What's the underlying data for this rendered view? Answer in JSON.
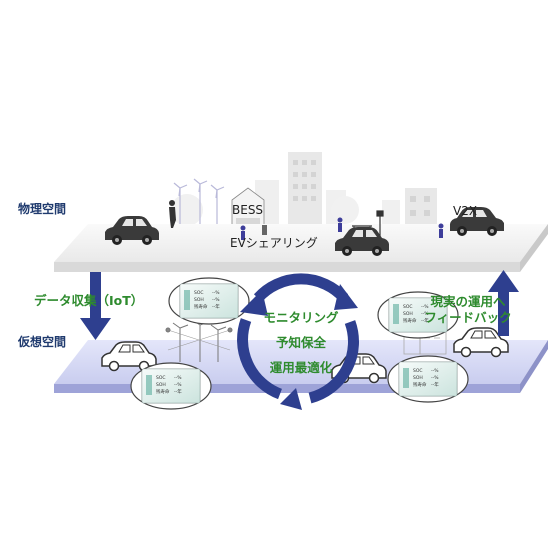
{
  "layers": {
    "physical": "物理空間",
    "virtual": "仮想空間"
  },
  "physical_labels": {
    "bess": "BESS",
    "v2x": "V2X",
    "ev_sharing": "EVシェアリング"
  },
  "flows": {
    "data_collection": "データ収集（IoT）",
    "feedback_line1": "現実の運用へ",
    "feedback_line2": "フィードバック"
  },
  "cycle": {
    "monitoring": "モニタリング",
    "predictive": "予知保全",
    "optimization": "運用最適化"
  },
  "colors": {
    "accent_blue": "#2e3f8f",
    "label_green": "#2e8b2e",
    "virtual_plane": "#d9dcf5",
    "physical_plane": "#f2f2f2"
  },
  "icons": [
    "car-icon",
    "person-icon",
    "wind-turbine-icon",
    "building-icon",
    "bench-icon",
    "tree-icon",
    "battery-monitor-icon"
  ]
}
